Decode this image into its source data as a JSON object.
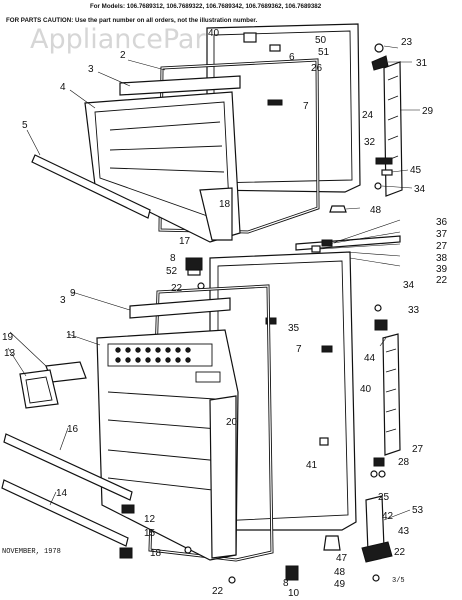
{
  "header": {
    "models_line": "For Models: 106.7689312, 106.7689322, 106.7689342, 106.7689362, 106.7689382",
    "caution_line": "FOR PARTS  CAUTION: Use the part number on all orders, not the illustration number."
  },
  "watermark": "AppliancePartsPros.com",
  "footer": {
    "date": "NOVEMBER, 1978",
    "page_mark": "3/5"
  },
  "callouts": [
    {
      "name": "callout-40-top",
      "text": "40"
    },
    {
      "name": "callout-50",
      "text": "50"
    },
    {
      "name": "callout-51",
      "text": "51"
    },
    {
      "name": "callout-6",
      "text": "6"
    },
    {
      "name": "callout-26",
      "text": "26"
    },
    {
      "name": "callout-23",
      "text": "23"
    },
    {
      "name": "callout-31",
      "text": "31"
    },
    {
      "name": "callout-2",
      "text": "2"
    },
    {
      "name": "callout-3-top",
      "text": "3"
    },
    {
      "name": "callout-4",
      "text": "4"
    },
    {
      "name": "callout-5",
      "text": "5"
    },
    {
      "name": "callout-7-top",
      "text": "7"
    },
    {
      "name": "callout-24",
      "text": "24"
    },
    {
      "name": "callout-29",
      "text": "29"
    },
    {
      "name": "callout-32",
      "text": "32"
    },
    {
      "name": "callout-45",
      "text": "45"
    },
    {
      "name": "callout-34-top",
      "text": "34"
    },
    {
      "name": "callout-18-top",
      "text": "18"
    },
    {
      "name": "callout-17",
      "text": "17"
    },
    {
      "name": "callout-48",
      "text": "48"
    },
    {
      "name": "callout-36",
      "text": "36"
    },
    {
      "name": "callout-37",
      "text": "37"
    },
    {
      "name": "callout-27-mid",
      "text": "27"
    },
    {
      "name": "callout-38",
      "text": "38"
    },
    {
      "name": "callout-39",
      "text": "39"
    },
    {
      "name": "callout-22-mid",
      "text": "22"
    },
    {
      "name": "callout-8-mid",
      "text": "8"
    },
    {
      "name": "callout-52",
      "text": "52"
    },
    {
      "name": "callout-22-left",
      "text": "22"
    },
    {
      "name": "callout-34-mid",
      "text": "34"
    },
    {
      "name": "callout-33",
      "text": "33"
    },
    {
      "name": "callout-9",
      "text": "9"
    },
    {
      "name": "callout-3-mid",
      "text": "3"
    },
    {
      "name": "callout-35",
      "text": "35"
    },
    {
      "name": "callout-7-mid",
      "text": "7"
    },
    {
      "name": "callout-19",
      "text": "19"
    },
    {
      "name": "callout-11",
      "text": "11"
    },
    {
      "name": "callout-13",
      "text": "13"
    },
    {
      "name": "callout-44",
      "text": "44"
    },
    {
      "name": "callout-40-mid",
      "text": "40"
    },
    {
      "name": "callout-20",
      "text": "20"
    },
    {
      "name": "callout-16",
      "text": "16"
    },
    {
      "name": "callout-41",
      "text": "41"
    },
    {
      "name": "callout-27-low",
      "text": "27"
    },
    {
      "name": "callout-28",
      "text": "28"
    },
    {
      "name": "callout-25",
      "text": "25"
    },
    {
      "name": "callout-14",
      "text": "14"
    },
    {
      "name": "callout-12",
      "text": "12"
    },
    {
      "name": "callout-15",
      "text": "15"
    },
    {
      "name": "callout-42",
      "text": "42"
    },
    {
      "name": "callout-53",
      "text": "53"
    },
    {
      "name": "callout-43",
      "text": "43"
    },
    {
      "name": "callout-18-low",
      "text": "18"
    },
    {
      "name": "callout-47",
      "text": "47"
    },
    {
      "name": "callout-22-low",
      "text": "22"
    },
    {
      "name": "callout-48-low",
      "text": "48"
    },
    {
      "name": "callout-49",
      "text": "49"
    },
    {
      "name": "callout-22-bottom",
      "text": "22"
    },
    {
      "name": "callout-8-bottom",
      "text": "8"
    },
    {
      "name": "callout-10",
      "text": "10"
    }
  ]
}
